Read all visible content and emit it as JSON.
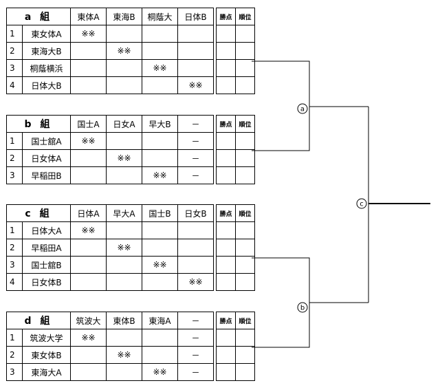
{
  "groups": [
    {
      "title": "a 組",
      "columns": [
        "東体A",
        "東海B",
        "桐蔭大",
        "日体B"
      ],
      "stats": [
        "勝点",
        "順位"
      ],
      "rows": [
        {
          "num": "1",
          "name": "東女体A",
          "cells": [
            "※※",
            "",
            "",
            ""
          ]
        },
        {
          "num": "2",
          "name": "東海大B",
          "cells": [
            "",
            "※※",
            "",
            ""
          ]
        },
        {
          "num": "3",
          "name": "桐蔭横浜",
          "cells": [
            "",
            "",
            "※※",
            ""
          ]
        },
        {
          "num": "4",
          "name": "日体大B",
          "cells": [
            "",
            "",
            "",
            "※※"
          ]
        }
      ]
    },
    {
      "title": "b 組",
      "columns": [
        "国士A",
        "日女A",
        "早大B",
        "－"
      ],
      "stats": [
        "勝点",
        "順位"
      ],
      "rows": [
        {
          "num": "1",
          "name": "国士舘A",
          "cells": [
            "※※",
            "",
            "",
            "－"
          ]
        },
        {
          "num": "2",
          "name": "日女体A",
          "cells": [
            "",
            "※※",
            "",
            "－"
          ]
        },
        {
          "num": "3",
          "name": "早稲田B",
          "cells": [
            "",
            "",
            "※※",
            "－"
          ]
        }
      ]
    },
    {
      "title": "c 組",
      "columns": [
        "日体A",
        "早大A",
        "国士B",
        "日女B"
      ],
      "stats": [
        "勝点",
        "順位"
      ],
      "rows": [
        {
          "num": "1",
          "name": "日体大A",
          "cells": [
            "※※",
            "",
            "",
            ""
          ]
        },
        {
          "num": "2",
          "name": "早稲田A",
          "cells": [
            "",
            "※※",
            "",
            ""
          ]
        },
        {
          "num": "3",
          "name": "国士舘B",
          "cells": [
            "",
            "",
            "※※",
            ""
          ]
        },
        {
          "num": "4",
          "name": "日女体B",
          "cells": [
            "",
            "",
            "",
            "※※"
          ]
        }
      ]
    },
    {
      "title": "d 組",
      "columns": [
        "筑波大",
        "東体B",
        "東海A",
        "－"
      ],
      "stats": [
        "勝点",
        "順位"
      ],
      "rows": [
        {
          "num": "1",
          "name": "筑波大学",
          "cells": [
            "※※",
            "",
            "",
            "－"
          ]
        },
        {
          "num": "2",
          "name": "東女体B",
          "cells": [
            "",
            "※※",
            "",
            "－"
          ]
        },
        {
          "num": "3",
          "name": "東海大A",
          "cells": [
            "",
            "",
            "※※",
            "－"
          ]
        }
      ]
    }
  ],
  "bracket": {
    "nodes": [
      "a",
      "b",
      "c"
    ]
  }
}
